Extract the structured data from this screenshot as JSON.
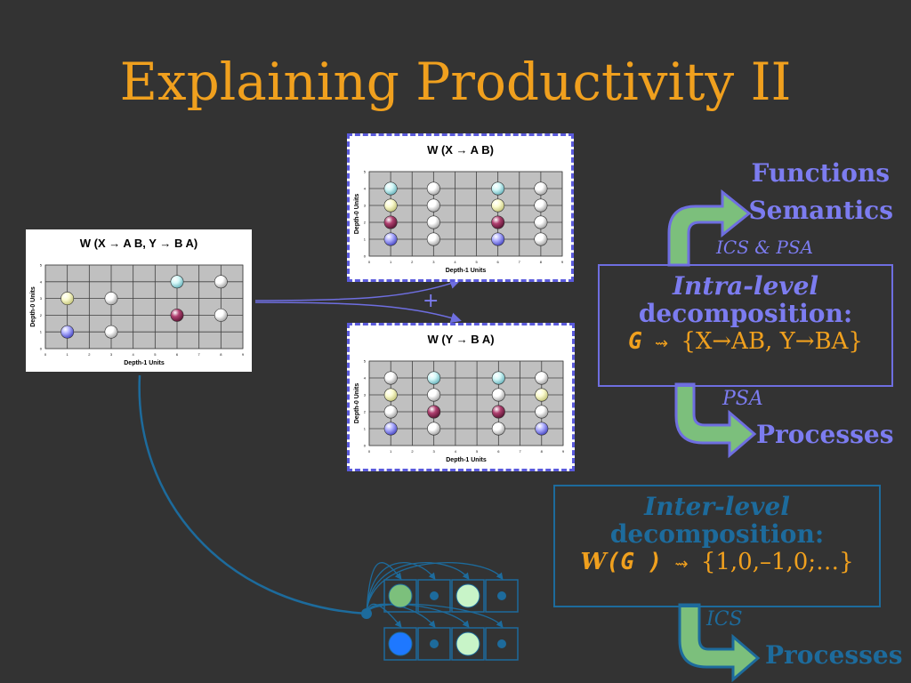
{
  "title": "Explaining Productivity II",
  "colors": {
    "accent": "#f0a01e",
    "intra": "#7c7cf0",
    "inter": "#1d6b9c",
    "arrow_green": "#7cbf7c"
  },
  "chart_data": [
    {
      "id": "combined",
      "type": "scatter",
      "title": "W (X → A B,  Y → B A)",
      "xlabel": "Depth-1 Units",
      "ylabel": "Depth-0 Units",
      "xlim": [
        0,
        9
      ],
      "ylim": [
        0,
        5
      ],
      "points": [
        {
          "x": 1,
          "y": 3,
          "color": "yellow"
        },
        {
          "x": 1,
          "y": 1,
          "color": "blue"
        },
        {
          "x": 3,
          "y": 3,
          "color": "white"
        },
        {
          "x": 3,
          "y": 1,
          "color": "white"
        },
        {
          "x": 6,
          "y": 4,
          "color": "cyan"
        },
        {
          "x": 6,
          "y": 2,
          "color": "purple"
        },
        {
          "x": 8,
          "y": 4,
          "color": "white"
        },
        {
          "x": 8,
          "y": 2,
          "color": "white"
        }
      ]
    },
    {
      "id": "xab",
      "type": "scatter",
      "title": "W (X → A B)",
      "xlabel": "Depth-1 Units",
      "ylabel": "Depth-0 Units",
      "xlim": [
        0,
        9
      ],
      "ylim": [
        0,
        5
      ],
      "points": [
        {
          "x": 1,
          "y": 4,
          "color": "cyan"
        },
        {
          "x": 1,
          "y": 3,
          "color": "yellow"
        },
        {
          "x": 1,
          "y": 2,
          "color": "purple"
        },
        {
          "x": 1,
          "y": 1,
          "color": "blue"
        },
        {
          "x": 3,
          "y": 4,
          "color": "white"
        },
        {
          "x": 3,
          "y": 3,
          "color": "white"
        },
        {
          "x": 3,
          "y": 2,
          "color": "white"
        },
        {
          "x": 3,
          "y": 1,
          "color": "white"
        },
        {
          "x": 6,
          "y": 4,
          "color": "cyan"
        },
        {
          "x": 6,
          "y": 3,
          "color": "yellow"
        },
        {
          "x": 6,
          "y": 2,
          "color": "purple"
        },
        {
          "x": 6,
          "y": 1,
          "color": "blue"
        },
        {
          "x": 8,
          "y": 4,
          "color": "white"
        },
        {
          "x": 8,
          "y": 3,
          "color": "white"
        },
        {
          "x": 8,
          "y": 2,
          "color": "white"
        },
        {
          "x": 8,
          "y": 1,
          "color": "white"
        }
      ]
    },
    {
      "id": "yba",
      "type": "scatter",
      "title": "W (Y → B A)",
      "xlabel": "Depth-1 Units",
      "ylabel": "Depth-0 Units",
      "xlim": [
        0,
        9
      ],
      "ylim": [
        0,
        5
      ],
      "points": [
        {
          "x": 1,
          "y": 4,
          "color": "white"
        },
        {
          "x": 1,
          "y": 3,
          "color": "yellow"
        },
        {
          "x": 1,
          "y": 2,
          "color": "white"
        },
        {
          "x": 1,
          "y": 1,
          "color": "blue"
        },
        {
          "x": 3,
          "y": 4,
          "color": "cyan"
        },
        {
          "x": 3,
          "y": 3,
          "color": "white"
        },
        {
          "x": 3,
          "y": 2,
          "color": "purple"
        },
        {
          "x": 3,
          "y": 1,
          "color": "white"
        },
        {
          "x": 6,
          "y": 4,
          "color": "cyan"
        },
        {
          "x": 6,
          "y": 3,
          "color": "white"
        },
        {
          "x": 6,
          "y": 2,
          "color": "purple"
        },
        {
          "x": 6,
          "y": 1,
          "color": "white"
        },
        {
          "x": 8,
          "y": 4,
          "color": "white"
        },
        {
          "x": 8,
          "y": 3,
          "color": "yellow"
        },
        {
          "x": 8,
          "y": 2,
          "color": "white"
        },
        {
          "x": 8,
          "y": 1,
          "color": "blue"
        }
      ]
    }
  ],
  "plus": "+",
  "intra": {
    "functions": "Functions",
    "semantics": "Semantics",
    "ics_psa": "ICS & PSA",
    "line1": "Intra-level",
    "line2": "decomposition:",
    "g": "G",
    "squig": "⇝",
    "rule": "{X→AB, Y→BA}",
    "psa": "PSA",
    "processes": "Processes"
  },
  "inter": {
    "line1": "Inter-level",
    "line2": "decomposition:",
    "w": "W",
    "g": "(G )",
    "squig": "⇝",
    "vector": "{1,0,–1,0;…}",
    "ics": "ICS",
    "processes": "Processes"
  },
  "network": {
    "row1": [
      "green-large",
      "dot",
      "lightgreen-large",
      "dot"
    ],
    "row2": [
      "blue-large",
      "dot",
      "lightgreen-large",
      "dot"
    ]
  }
}
